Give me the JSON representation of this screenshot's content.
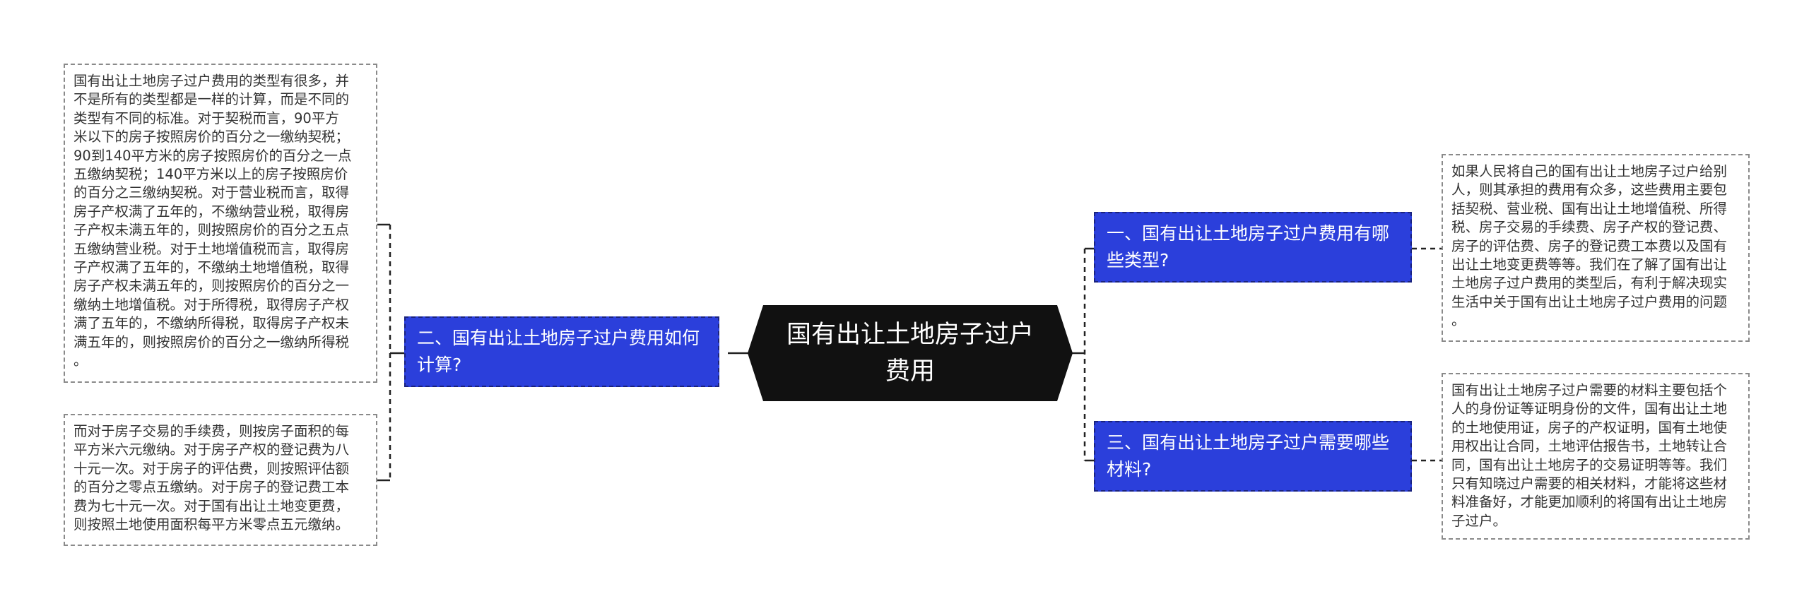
{
  "central": {
    "text": "国有出让土地房子过户费用"
  },
  "branches": {
    "left": {
      "text": "二、国有出让土地房子过户费用如何计算?"
    },
    "right_top": {
      "text": "一、国有出让土地房子过户费用有哪些类型?"
    },
    "right_bottom": {
      "text": "三、国有出让土地房子过户需要哪些材料?"
    }
  },
  "leaves": {
    "left_top": {
      "text": "国有出让土地房子过户费用的类型有很多，并\n不是所有的类型都是一样的计算，而是不同的\n类型有不同的标准。对于契税而言，90平方\n米以下的房子按照房价的百分之一缴纳契税；\n90到140平方米的房子按照房价的百分之一点\n五缴纳契税；140平方米以上的房子按照房价\n的百分之三缴纳契税。对于营业税而言，取得\n房子产权满了五年的，不缴纳营业税，取得房\n子产权未满五年的，则按照房价的百分之五点\n五缴纳营业税。对于土地增值税而言，取得房\n子产权满了五年的，不缴纳土地增值税，取得\n房子产权未满五年的，则按照房价的百分之一\n缴纳土地增值税。对于所得税，取得房子产权\n满了五年的，不缴纳所得税，取得房子产权未\n满五年的，则按照房价的百分之一缴纳所得税\n。"
    },
    "left_bottom": {
      "text": "而对于房子交易的手续费，则按房子面积的每\n平方米六元缴纳。对于房子产权的登记费为八\n十元一次。对于房子的评估费，则按照评估额\n的百分之零点五缴纳。对于房子的登记费工本\n费为七十元一次。对于国有出让土地变更费，\n则按照土地使用面积每平方米零点五元缴纳。"
    },
    "right_top": {
      "text": "如果人民将自己的国有出让土地房子过户给别\n人，则其承担的费用有众多，这些费用主要包\n括契税、营业税、国有出让土地增值税、所得\n税、房子交易的手续费、房子产权的登记费、\n房子的评估费、房子的登记费工本费以及国有\n出让土地变更费等等。我们在了解了国有出让\n土地房子过户费用的类型后，有利于解决现实\n生活中关于国有出让土地房子过户费用的问题\n。"
    },
    "right_bottom": {
      "text": "国有出让土地房子过户需要的材料主要包括个\n人的身份证等证明身份的文件，国有出让土地\n的土地使用证，房子的产权证明，国有土地使\n用权出让合同，土地评估报告书，土地转让合\n同，国有出让土地房子的交易证明等等。我们\n只有知晓过户需要的相关材料，才能将这些材\n料准备好，才能更加顺利的将国有出让土地房\n子过户。"
    }
  },
  "colors": {
    "central_bg": "#111111",
    "branch_bg": "#2b3fdb",
    "leaf_border": "#8a8a8a",
    "connector": "#222222"
  }
}
